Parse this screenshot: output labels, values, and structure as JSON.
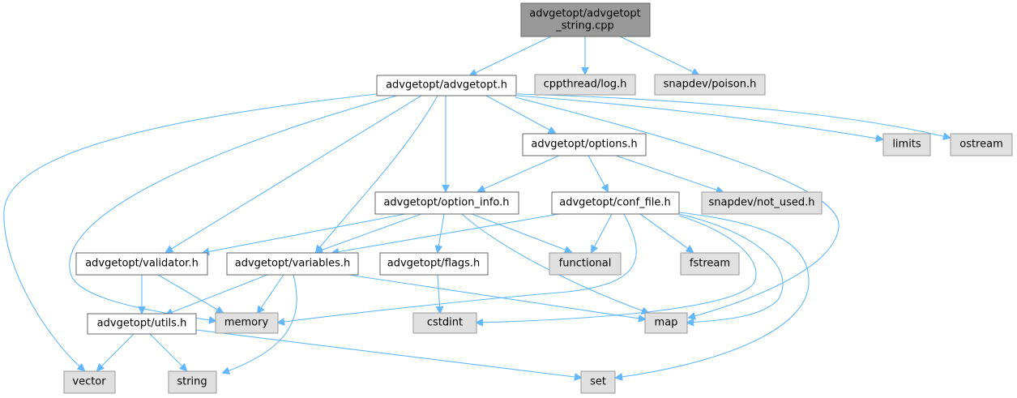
{
  "colors": {
    "edge": "#63b8ff",
    "root_fill": "#999999",
    "local_fill": "#ffffff",
    "external_fill": "#e0e0e0"
  },
  "nodes": {
    "root": {
      "lines": [
        "advgetopt/advgetopt",
        "_string.cpp"
      ]
    },
    "advgetopt_h": {
      "label": "advgetopt/advgetopt.h"
    },
    "cppthread_log": {
      "label": "cppthread/log.h"
    },
    "snapdev_poison": {
      "label": "snapdev/poison.h"
    },
    "limits": {
      "label": "limits"
    },
    "ostream": {
      "label": "ostream"
    },
    "options_h": {
      "label": "advgetopt/options.h"
    },
    "option_info_h": {
      "label": "advgetopt/option_info.h"
    },
    "conf_file_h": {
      "label": "advgetopt/conf_file.h"
    },
    "snapdev_not_used": {
      "label": "snapdev/not_used.h"
    },
    "validator_h": {
      "label": "advgetopt/validator.h"
    },
    "variables_h": {
      "label": "advgetopt/variables.h"
    },
    "flags_h": {
      "label": "advgetopt/flags.h"
    },
    "functional": {
      "label": "functional"
    },
    "fstream": {
      "label": "fstream"
    },
    "utils_h": {
      "label": "advgetopt/utils.h"
    },
    "memory": {
      "label": "memory"
    },
    "cstdint": {
      "label": "cstdint"
    },
    "map": {
      "label": "map"
    },
    "vector": {
      "label": "vector"
    },
    "string": {
      "label": "string"
    },
    "set": {
      "label": "set"
    }
  }
}
